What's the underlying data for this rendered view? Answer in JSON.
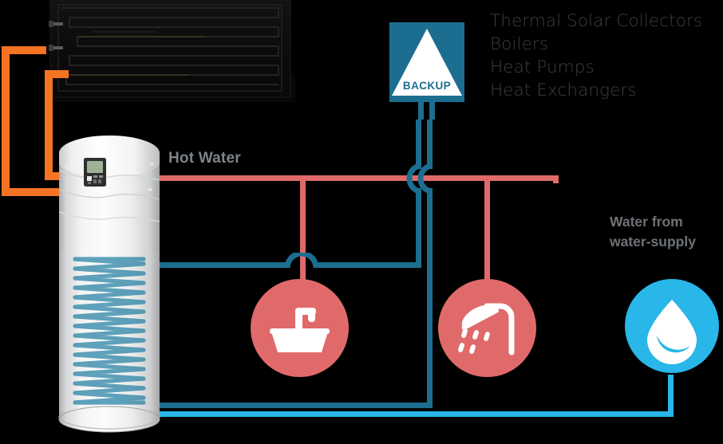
{
  "legend": {
    "items": [
      "Thermal Solar Collectors",
      "Boilers",
      "Heat Pumps",
      "Heat Exchangers"
    ]
  },
  "labels": {
    "hot_water": "Hot Water",
    "water_supply_line1": "Water from",
    "water_supply_line2": "water-supply"
  },
  "backup": {
    "label": "BACKUP"
  },
  "colors": {
    "hot_pipe": "#e06a6a",
    "backup_blue": "#1c6e91",
    "cold_pipe": "#29b6e8",
    "solar_pipe": "#f57423",
    "coil": "#1d7ba0",
    "legend_text": "#3b3f42",
    "label_text": "#7e8387"
  },
  "icons": {
    "sink": "sink-faucet-icon",
    "shower": "shower-head-icon",
    "droplet": "water-droplet-icon",
    "collector": "solar-collector-panel",
    "tank": "heat-pump-water-tank",
    "backup_triangle": "backup-triangle-icon"
  }
}
